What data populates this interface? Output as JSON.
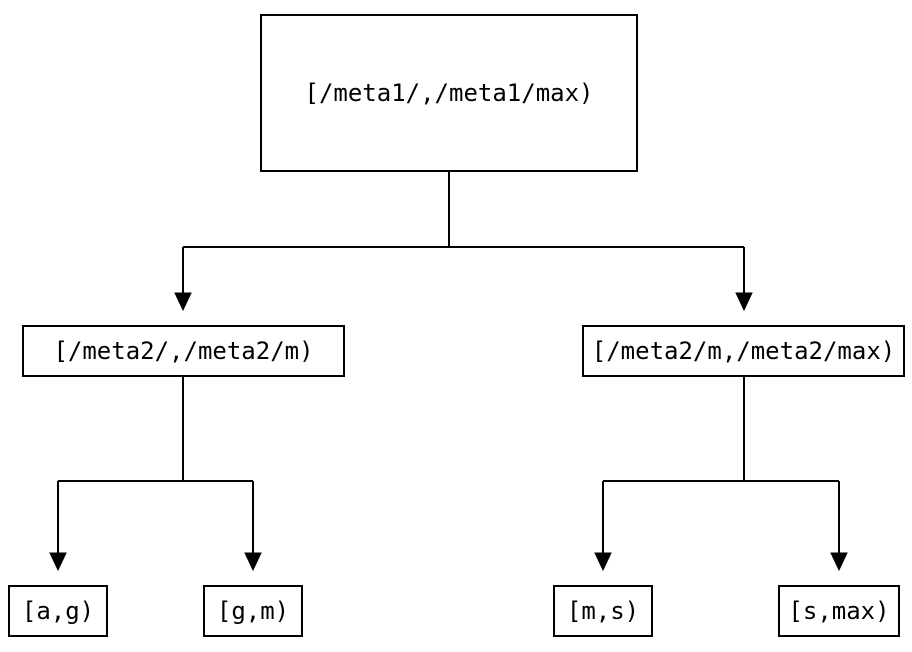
{
  "diagram": {
    "type": "tree",
    "background_color": "#ffffff",
    "line_color": "#000000",
    "text_color": "#000000",
    "nodes": {
      "root": {
        "label": "[/meta1/,/meta1/max)",
        "children": [
          "left_mid",
          "right_mid"
        ]
      },
      "left_mid": {
        "label": "[/meta2/,/meta2/m)",
        "children": [
          "leaf_ag",
          "leaf_gm"
        ]
      },
      "right_mid": {
        "label": "[/meta2/m,/meta2/max)",
        "children": [
          "leaf_ms",
          "leaf_smax"
        ]
      },
      "leaf_ag": {
        "label": "[a,g)"
      },
      "leaf_gm": {
        "label": "[g,m)"
      },
      "leaf_ms": {
        "label": "[m,s)"
      },
      "leaf_smax": {
        "label": "[s,max)"
      }
    }
  }
}
